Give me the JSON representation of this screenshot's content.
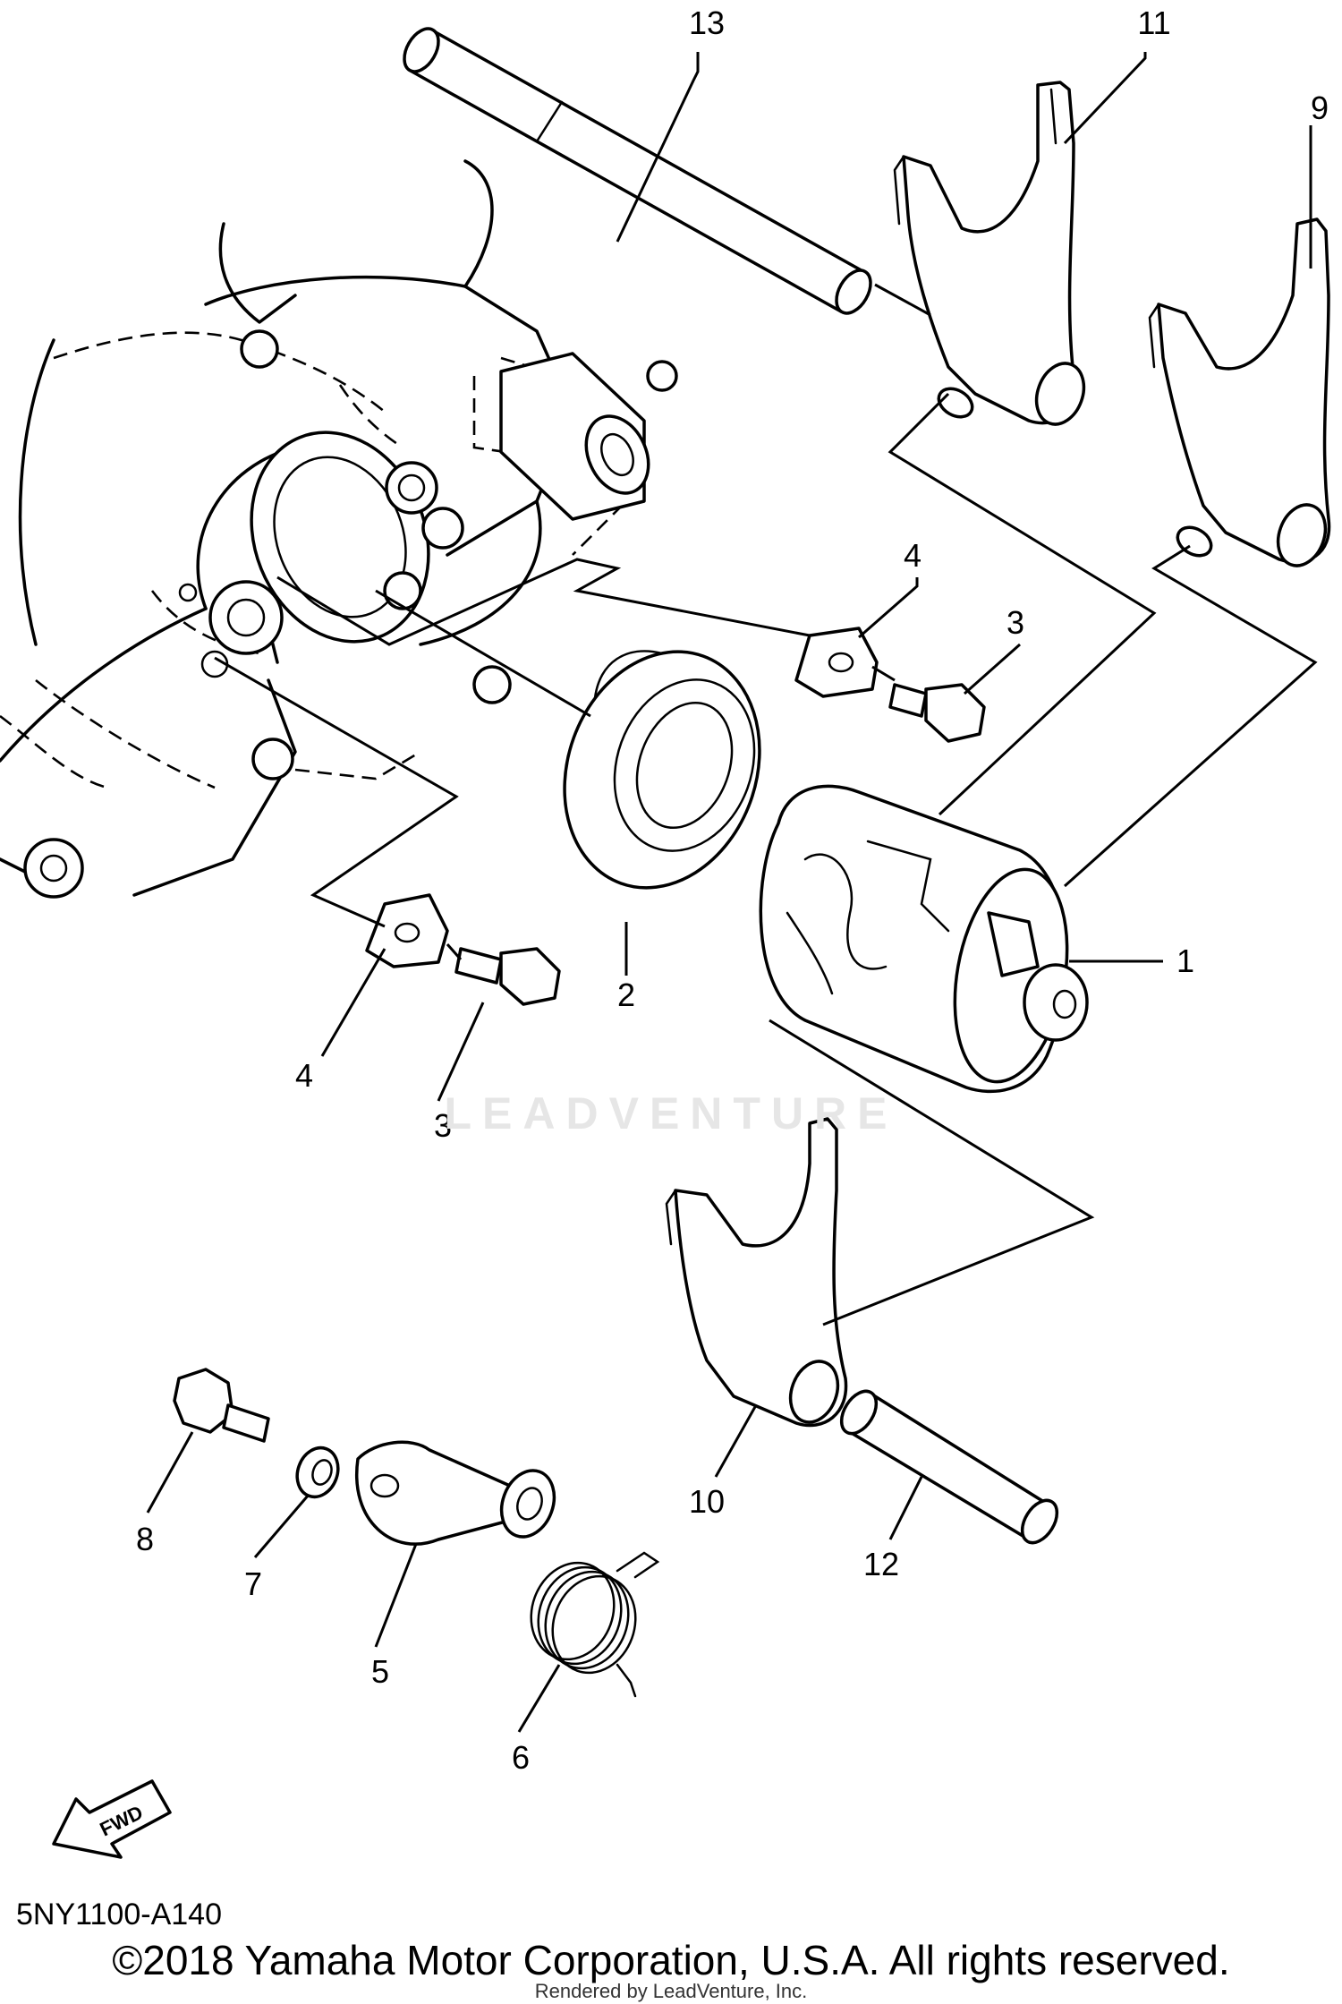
{
  "diagram": {
    "callouts": [
      {
        "id": "1",
        "label": "1"
      },
      {
        "id": "2",
        "label": "2"
      },
      {
        "id": "3a",
        "label": "3"
      },
      {
        "id": "3b",
        "label": "3"
      },
      {
        "id": "4a",
        "label": "4"
      },
      {
        "id": "4b",
        "label": "4"
      },
      {
        "id": "5",
        "label": "5"
      },
      {
        "id": "6",
        "label": "6"
      },
      {
        "id": "7",
        "label": "7"
      },
      {
        "id": "8",
        "label": "8"
      },
      {
        "id": "9",
        "label": "9"
      },
      {
        "id": "10",
        "label": "10"
      },
      {
        "id": "11",
        "label": "11"
      },
      {
        "id": "12",
        "label": "12"
      },
      {
        "id": "13",
        "label": "13"
      }
    ],
    "fwd_label": "FWD",
    "watermark": "LEADVENTURE",
    "doc_code": "5NY1100-A140",
    "copyright": "©2018 Yamaha Motor Corporation, U.S.A. All rights reserved.",
    "rendered_by": "Rendered by LeadVenture, Inc."
  }
}
